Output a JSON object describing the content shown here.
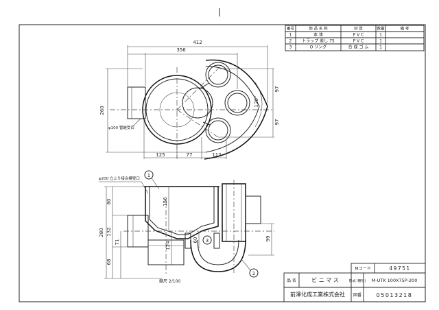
{
  "parts_table": {
    "headers": [
      "番号",
      "部 品 名 称",
      "材 質",
      "数量",
      "備 考"
    ],
    "rows": [
      {
        "no": "1",
        "name": "本 体",
        "material": "P V C",
        "qty": "1",
        "note": ""
      },
      {
        "no": "2",
        "name": "トラップ 差し 75",
        "material": "P V C",
        "qty": "1",
        "note": ""
      },
      {
        "no": "3",
        "name": "O リング",
        "material": "合 成 ゴ ム",
        "qty": "1",
        "note": ""
      }
    ]
  },
  "plan_view": {
    "dim_top_overall": "412",
    "dim_top_inner": "356",
    "dim_height": "260",
    "dim_bottom_1": "125",
    "dim_bottom_2": "77",
    "dim_bottom_3": "112",
    "dim_right_1": "97",
    "dim_right_2": "97",
    "angle": "120°",
    "inlet_label": "φ100 管継受口"
  },
  "section_view": {
    "top_label": "φ200 立上り接合標受口",
    "dim_left_80": "80",
    "dim_left_132": "132",
    "dim_left_280": "280",
    "dim_left_71": "71",
    "dim_left_68": "68",
    "dim_156": "156",
    "dim_124": "124",
    "dim_60": "60",
    "dim_99": "99",
    "balloon_1": "1",
    "balloon_2": "2",
    "balloon_3": "3",
    "scale": "縮尺 2/100"
  },
  "title_block": {
    "mcode_label": "Mコード",
    "mcode_value": "49751",
    "name_label": "品 名",
    "name_value": "ビ ニ マ ス",
    "model_label": "形式 (種号)",
    "model_value": "M-UTK 100X75P-200",
    "company": "前澤化成工業株式会社",
    "drawing_no_label": "図番",
    "drawing_no_value": "05013218"
  }
}
